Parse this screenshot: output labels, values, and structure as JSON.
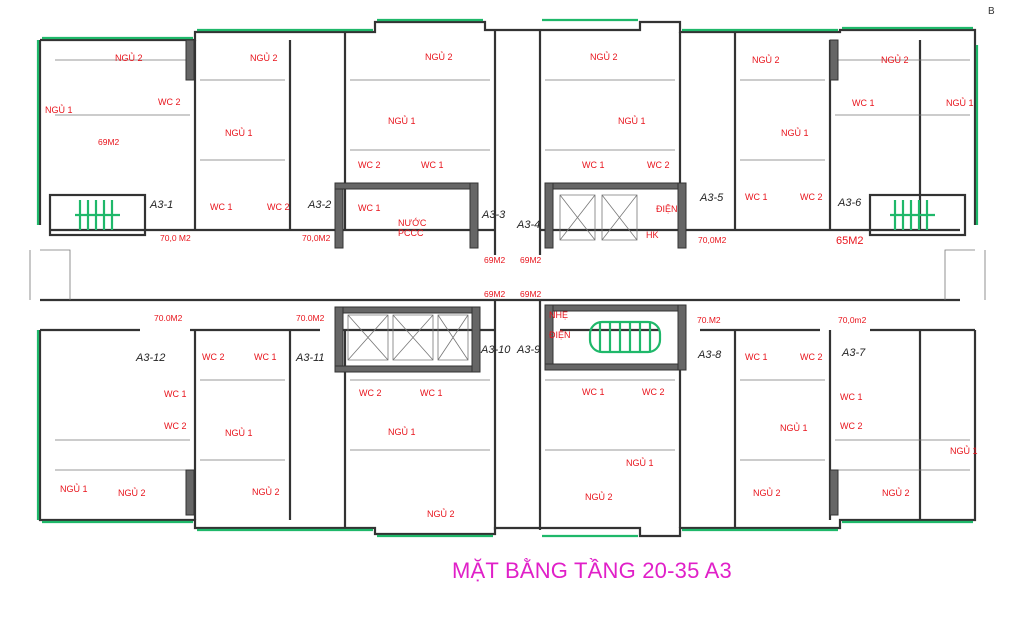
{
  "title": "MẶT BẰNG TẦNG 20-35 A3",
  "compass_label": "B",
  "colors": {
    "title": "#e020c8",
    "room_label": "#e8141c",
    "glass": "#1fb86a",
    "wall": "#333333"
  },
  "units": [
    {
      "id": "A3-1",
      "area": "70,0 M2"
    },
    {
      "id": "A3-2",
      "area": "70,0M2"
    },
    {
      "id": "A3-3",
      "area": "69M2"
    },
    {
      "id": "A3-4",
      "area": "69M2"
    },
    {
      "id": "A3-5",
      "area": "70,0M2"
    },
    {
      "id": "A3-6",
      "area": "65M2"
    },
    {
      "id": "A3-7",
      "area": "70,0m2"
    },
    {
      "id": "A3-8",
      "area": "70.M2"
    },
    {
      "id": "A3-9",
      "area": "69M2"
    },
    {
      "id": "A3-10",
      "area": "69M2"
    },
    {
      "id": "A3-11",
      "area": "70.0M2"
    },
    {
      "id": "A3-12",
      "area": "70.0M2"
    }
  ],
  "extra_area_label": "69M2",
  "rooms": [
    "NGỦ 2",
    "NGỦ 1",
    "WC 2",
    "NGỦ 2",
    "NGỦ 1",
    "WC 1",
    "WC 2",
    "NGỦ 2",
    "NGỦ 1",
    "WC 2",
    "WC 1",
    "WC 1",
    "NƯỚC",
    "PCCC",
    "NGỦ 2",
    "NGỦ 1",
    "WC 1",
    "WC 2",
    "ĐIỆN",
    "HK",
    "NGỦ 2",
    "NGỦ 1",
    "WC 1",
    "WC 2",
    "NGỦ 2",
    "WC 1",
    "NGỦ 1",
    "WC 2",
    "WC 1",
    "WC 1",
    "WC 2",
    "NGỦ 1",
    "NGỦ 1",
    "NGỦ 2",
    "NGỦ 2",
    "WC 2",
    "WC 1",
    "NGỦ 1",
    "NGỦ 2",
    "NHẸ",
    "ĐIỆN",
    "WC 1",
    "WC 2",
    "NGỦ 1",
    "NGỦ 2",
    "WC 1",
    "WC 2",
    "NGỦ 1",
    "NGỦ 2",
    "WC 1",
    "WC 2",
    "NGỦ 2",
    "NGỦ 1"
  ]
}
